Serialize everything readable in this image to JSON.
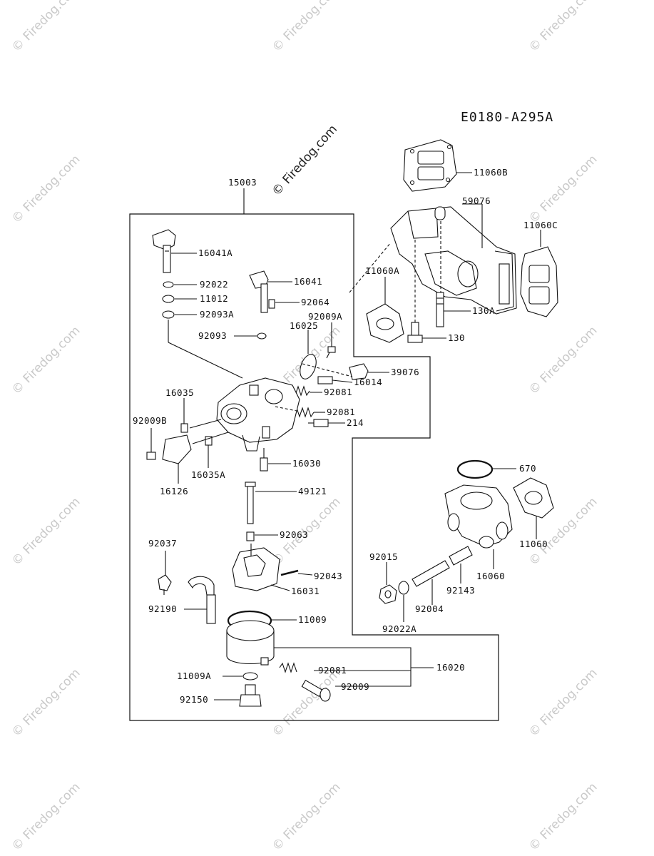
{
  "document_code": "E0180-A295A",
  "watermark_text": "© Firedog.com",
  "callouts": {
    "p15003": "15003",
    "p16041A": "16041A",
    "p92022": "92022",
    "p11012": "11012",
    "p92093A": "92093A",
    "p16041": "16041",
    "p92064": "92064",
    "p92009A": "92009A",
    "p92093": "92093",
    "p16025": "16025",
    "p39076": "39076",
    "p16014": "16014",
    "p92081a": "92081",
    "p92081b": "92081",
    "p214": "214",
    "p16035": "16035",
    "p92009B": "92009B",
    "p16035A": "16035A",
    "p16126": "16126",
    "p16030": "16030",
    "p49121": "49121",
    "p92063": "92063",
    "p92037": "92037",
    "p92043": "92043",
    "p16031": "16031",
    "p92190": "92190",
    "p11009": "11009",
    "p16020": "16020",
    "p92081c": "92081",
    "p92009": "92009",
    "p11009A": "11009A",
    "p92150": "92150",
    "p11060B": "11060B",
    "p59076": "59076",
    "p11060C": "11060C",
    "p11060A": "11060A",
    "p130A": "130A",
    "p130": "130",
    "p670": "670",
    "p11060": "11060",
    "p92015": "92015",
    "p92143": "92143",
    "p16060": "16060",
    "p92004": "92004",
    "p92022A": "92022A"
  }
}
